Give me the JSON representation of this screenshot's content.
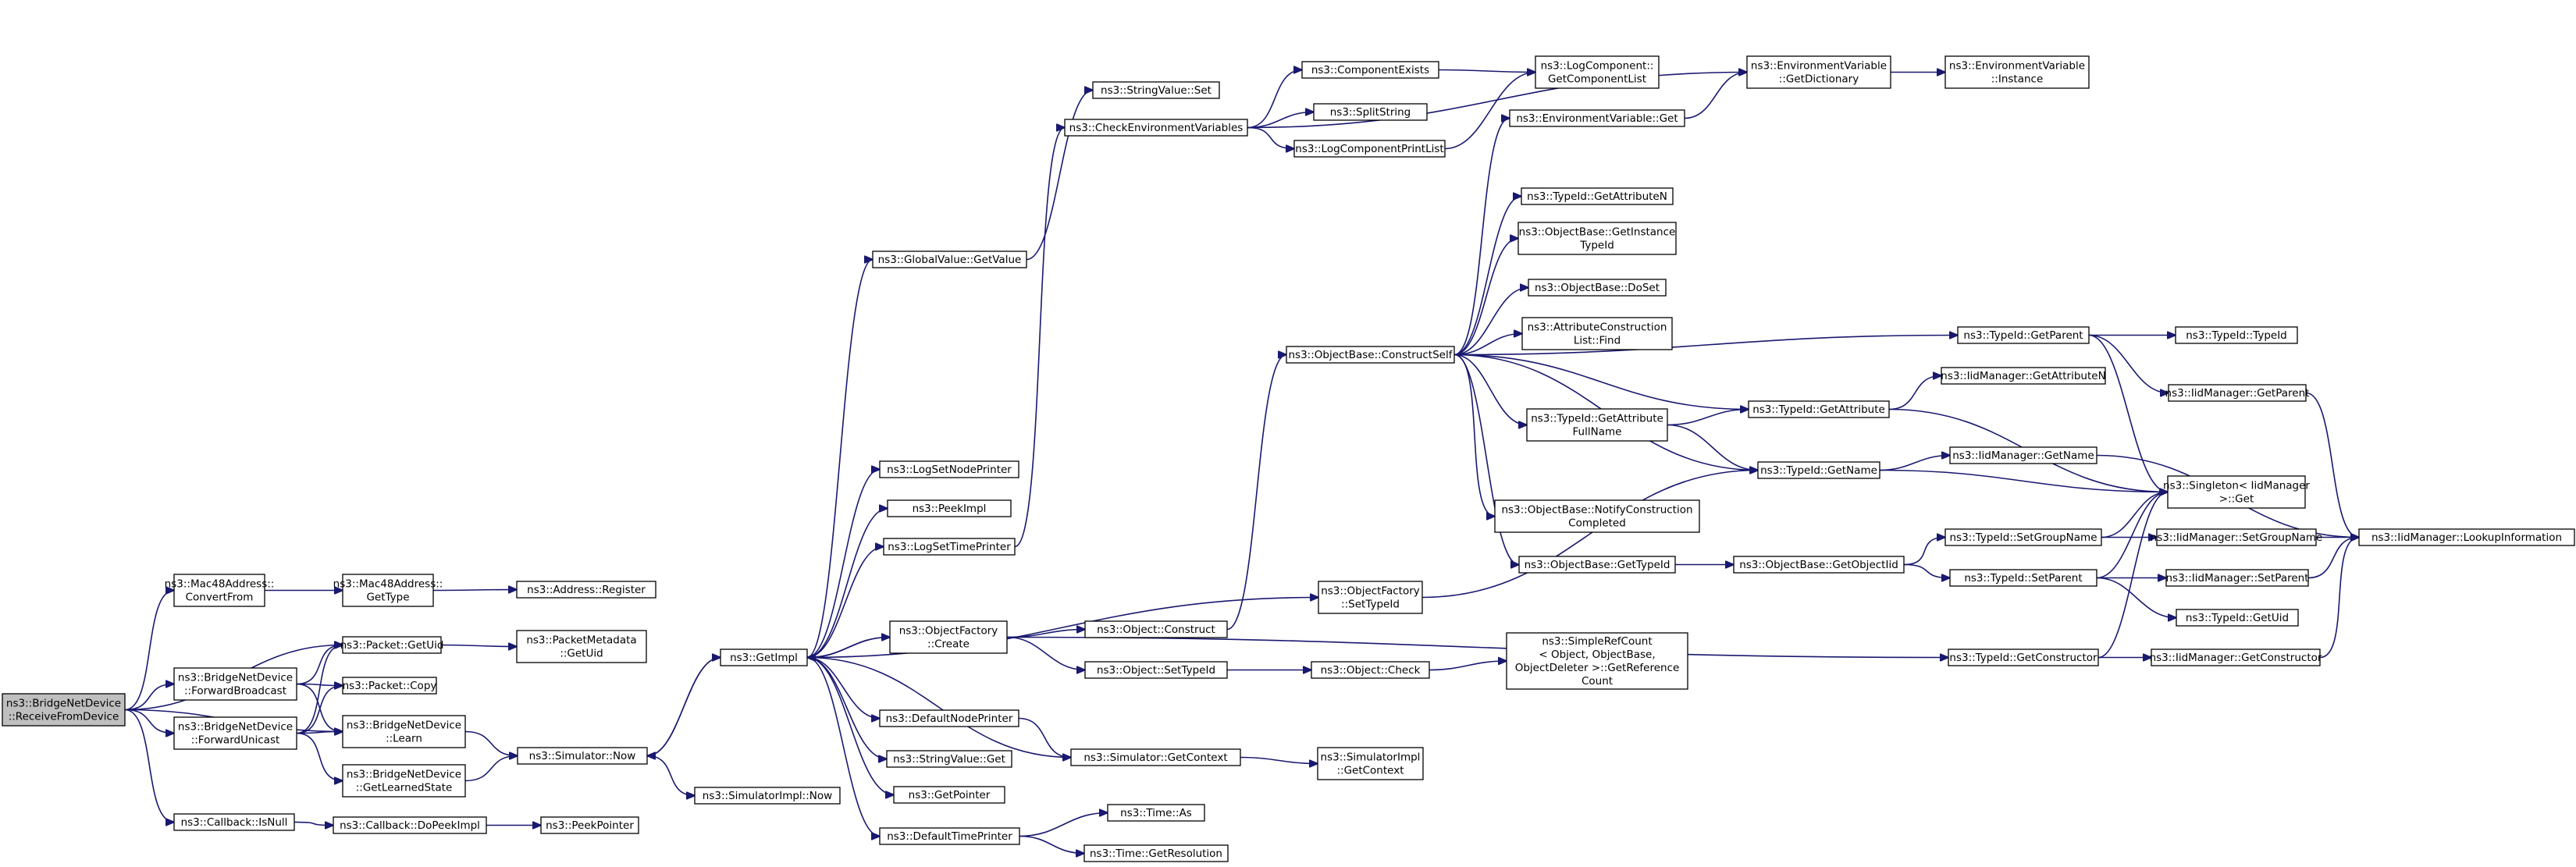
{
  "diagram": {
    "type": "call-graph",
    "edge_color": "#191970",
    "root_fill": "#bfbfbf",
    "nodes": [
      {
        "id": "receive",
        "lines": [
          "ns3::BridgeNetDevice",
          "::ReceiveFromDevice"
        ],
        "root": true
      },
      {
        "id": "mac48conv",
        "lines": [
          "ns3::Mac48Address::",
          "ConvertFrom"
        ]
      },
      {
        "id": "fwdbcast",
        "lines": [
          "ns3::BridgeNetDevice",
          "::ForwardBroadcast"
        ]
      },
      {
        "id": "fwdunicast",
        "lines": [
          "ns3::BridgeNetDevice",
          "::ForwardUnicast"
        ]
      },
      {
        "id": "cbisnull",
        "lines": [
          "ns3::Callback::IsNull"
        ]
      },
      {
        "id": "mac48type",
        "lines": [
          "ns3::Mac48Address::",
          "GetType"
        ]
      },
      {
        "id": "pktuid",
        "lines": [
          "ns3::Packet::GetUid"
        ]
      },
      {
        "id": "pktcopy",
        "lines": [
          "ns3::Packet::Copy"
        ]
      },
      {
        "id": "learn",
        "lines": [
          "ns3::BridgeNetDevice",
          "::Learn"
        ]
      },
      {
        "id": "learned",
        "lines": [
          "ns3::BridgeNetDevice",
          "::GetLearnedState"
        ]
      },
      {
        "id": "dopeek",
        "lines": [
          "ns3::Callback::DoPeekImpl"
        ]
      },
      {
        "id": "addrreg",
        "lines": [
          "ns3::Address::Register"
        ]
      },
      {
        "id": "pmuid",
        "lines": [
          "ns3::PacketMetadata",
          "::GetUid"
        ]
      },
      {
        "id": "simnow",
        "lines": [
          "ns3::Simulator::Now"
        ]
      },
      {
        "id": "peekptr",
        "lines": [
          "ns3::PeekPointer"
        ]
      },
      {
        "id": "getimpl",
        "lines": [
          "ns3::GetImpl"
        ]
      },
      {
        "id": "simimplnow",
        "lines": [
          "ns3::SimulatorImpl::Now"
        ]
      },
      {
        "id": "gvgetvalue",
        "lines": [
          "ns3::GlobalValue::GetValue"
        ]
      },
      {
        "id": "logsetnode",
        "lines": [
          "ns3::LogSetNodePrinter"
        ]
      },
      {
        "id": "peekimpl",
        "lines": [
          "ns3::PeekImpl"
        ]
      },
      {
        "id": "logsettime",
        "lines": [
          "ns3::LogSetTimePrinter"
        ]
      },
      {
        "id": "ofcreate",
        "lines": [
          "ns3::ObjectFactory",
          "::Create"
        ]
      },
      {
        "id": "defnode",
        "lines": [
          "ns3::DefaultNodePrinter"
        ]
      },
      {
        "id": "svget",
        "lines": [
          "ns3::StringValue::Get"
        ]
      },
      {
        "id": "getptr",
        "lines": [
          "ns3::GetPointer"
        ]
      },
      {
        "id": "deftime",
        "lines": [
          "ns3::DefaultTimePrinter"
        ]
      },
      {
        "id": "svset",
        "lines": [
          "ns3::StringValue::Set"
        ]
      },
      {
        "id": "checkenv",
        "lines": [
          "ns3::CheckEnvironmentVariables"
        ]
      },
      {
        "id": "objconstruct",
        "lines": [
          "ns3::Object::Construct"
        ]
      },
      {
        "id": "objsettid",
        "lines": [
          "ns3::Object::SetTypeId"
        ]
      },
      {
        "id": "simgetctx",
        "lines": [
          "ns3::Simulator::GetContext"
        ]
      },
      {
        "id": "timeas",
        "lines": [
          "ns3::Time::As"
        ]
      },
      {
        "id": "timeres",
        "lines": [
          "ns3::Time::GetResolution"
        ]
      },
      {
        "id": "compexists",
        "lines": [
          "ns3::ComponentExists"
        ]
      },
      {
        "id": "splitstr",
        "lines": [
          "ns3::SplitString"
        ]
      },
      {
        "id": "logcompprint",
        "lines": [
          "ns3::LogComponentPrintList"
        ]
      },
      {
        "id": "obconstructself",
        "lines": [
          "ns3::ObjectBase::ConstructSelf"
        ]
      },
      {
        "id": "ofsettid",
        "lines": [
          "ns3::ObjectFactory",
          "::SetTypeId"
        ]
      },
      {
        "id": "objcheck",
        "lines": [
          "ns3::Object::Check"
        ]
      },
      {
        "id": "simimplctx",
        "lines": [
          "ns3::SimulatorImpl",
          "::GetContext"
        ]
      },
      {
        "id": "logcomplist",
        "lines": [
          "ns3::LogComponent::",
          "GetComponentList"
        ]
      },
      {
        "id": "envget",
        "lines": [
          "ns3::EnvironmentVariable::Get"
        ]
      },
      {
        "id": "tidgetattrn",
        "lines": [
          "ns3::TypeId::GetAttributeN"
        ]
      },
      {
        "id": "obgetinst",
        "lines": [
          "ns3::ObjectBase::GetInstance",
          "TypeId"
        ]
      },
      {
        "id": "obdoset",
        "lines": [
          "ns3::ObjectBase::DoSet"
        ]
      },
      {
        "id": "acfind",
        "lines": [
          "ns3::AttributeConstruction",
          "List::Find"
        ]
      },
      {
        "id": "tidattrfull",
        "lines": [
          "ns3::TypeId::GetAttribute",
          "FullName"
        ]
      },
      {
        "id": "obnotify",
        "lines": [
          "ns3::ObjectBase::NotifyConstruction",
          "Completed"
        ]
      },
      {
        "id": "obgettid",
        "lines": [
          "ns3::ObjectBase::GetTypeId"
        ]
      },
      {
        "id": "simpleref",
        "lines": [
          "ns3::SimpleRefCount",
          "< Object, ObjectBase,",
          "ObjectDeleter >::GetReference",
          "Count"
        ]
      },
      {
        "id": "envdict",
        "lines": [
          "ns3::EnvironmentVariable",
          "::GetDictionary"
        ]
      },
      {
        "id": "tidgetattr",
        "lines": [
          "ns3::TypeId::GetAttribute"
        ]
      },
      {
        "id": "tidgetname",
        "lines": [
          "ns3::TypeId::GetName"
        ]
      },
      {
        "id": "obgetoiid",
        "lines": [
          "ns3::ObjectBase::GetObjectIid"
        ]
      },
      {
        "id": "envinst",
        "lines": [
          "ns3::EnvironmentVariable",
          "::Instance"
        ]
      },
      {
        "id": "tidgetparent",
        "lines": [
          "ns3::TypeId::GetParent"
        ]
      },
      {
        "id": "iidgetattrn",
        "lines": [
          "ns3::IidManager::GetAttributeN"
        ]
      },
      {
        "id": "iidgetname",
        "lines": [
          "ns3::IidManager::GetName"
        ]
      },
      {
        "id": "tidsetgroup",
        "lines": [
          "ns3::TypeId::SetGroupName"
        ]
      },
      {
        "id": "tidsetparent",
        "lines": [
          "ns3::TypeId::SetParent"
        ]
      },
      {
        "id": "tidgetctor",
        "lines": [
          "ns3::TypeId::GetConstructor"
        ]
      },
      {
        "id": "tidtid",
        "lines": [
          "ns3::TypeId::TypeId"
        ]
      },
      {
        "id": "iidgetparent",
        "lines": [
          "ns3::IidManager::GetParent"
        ]
      },
      {
        "id": "singleton",
        "lines": [
          "ns3::Singleton< IidManager",
          ">::Get"
        ]
      },
      {
        "id": "iidsetgroup",
        "lines": [
          "ns3::IidManager::SetGroupName"
        ]
      },
      {
        "id": "iidsetparent",
        "lines": [
          "ns3::IidManager::SetParent"
        ]
      },
      {
        "id": "tidgetuid",
        "lines": [
          "ns3::TypeId::GetUid"
        ]
      },
      {
        "id": "iidgetctor",
        "lines": [
          "ns3::IidManager::GetConstructor"
        ]
      },
      {
        "id": "iidlookup",
        "lines": [
          "ns3::IidManager::LookupInformation"
        ]
      }
    ],
    "edges": [
      [
        "receive",
        "mac48conv"
      ],
      [
        "receive",
        "pktuid"
      ],
      [
        "receive",
        "fwdbcast"
      ],
      [
        "receive",
        "fwdunicast"
      ],
      [
        "receive",
        "learn"
      ],
      [
        "receive",
        "cbisnull"
      ],
      [
        "mac48conv",
        "mac48type"
      ],
      [
        "mac48type",
        "addrreg"
      ],
      [
        "fwdbcast",
        "pktuid"
      ],
      [
        "fwdbcast",
        "pktcopy"
      ],
      [
        "fwdbcast",
        "learn"
      ],
      [
        "fwdunicast",
        "pktuid"
      ],
      [
        "fwdunicast",
        "pktcopy"
      ],
      [
        "fwdunicast",
        "learn"
      ],
      [
        "fwdunicast",
        "learned"
      ],
      [
        "pktuid",
        "pmuid"
      ],
      [
        "learn",
        "simnow"
      ],
      [
        "learned",
        "simnow"
      ],
      [
        "cbisnull",
        "dopeek"
      ],
      [
        "dopeek",
        "peekptr"
      ],
      [
        "simnow",
        "getimpl"
      ],
      [
        "simnow",
        "simimplnow"
      ],
      [
        "getimpl",
        "gvgetvalue"
      ],
      [
        "getimpl",
        "logsetnode"
      ],
      [
        "getimpl",
        "peekimpl"
      ],
      [
        "getimpl",
        "logsettime"
      ],
      [
        "getimpl",
        "ofcreate"
      ],
      [
        "getimpl",
        "defnode"
      ],
      [
        "getimpl",
        "svget"
      ],
      [
        "getimpl",
        "getptr"
      ],
      [
        "getimpl",
        "deftime"
      ],
      [
        "getimpl",
        "ofsettid"
      ],
      [
        "getimpl",
        "simnow"
      ],
      [
        "gvgetvalue",
        "svset"
      ],
      [
        "logsettime",
        "checkenv"
      ],
      [
        "ofcreate",
        "objconstruct"
      ],
      [
        "ofcreate",
        "objsettid"
      ],
      [
        "ofcreate",
        "tidgetctor"
      ],
      [
        "ofcreate",
        "getimpl"
      ],
      [
        "defnode",
        "simgetctx"
      ],
      [
        "simgetctx",
        "simimplctx"
      ],
      [
        "simgetctx",
        "getimpl"
      ],
      [
        "deftime",
        "timeas"
      ],
      [
        "deftime",
        "timeres"
      ],
      [
        "checkenv",
        "compexists"
      ],
      [
        "checkenv",
        "splitstr"
      ],
      [
        "checkenv",
        "logcompprint"
      ],
      [
        "checkenv",
        "envdict"
      ],
      [
        "compexists",
        "logcomplist"
      ],
      [
        "logcompprint",
        "logcomplist"
      ],
      [
        "objconstruct",
        "obconstructself"
      ],
      [
        "objsettid",
        "objcheck"
      ],
      [
        "objcheck",
        "simpleref"
      ],
      [
        "obconstructself",
        "envget"
      ],
      [
        "obconstructself",
        "tidgetattrn"
      ],
      [
        "obconstructself",
        "obgetinst"
      ],
      [
        "obconstructself",
        "obdoset"
      ],
      [
        "obconstructself",
        "acfind"
      ],
      [
        "obconstructself",
        "tidattrfull"
      ],
      [
        "obconstructself",
        "obnotify"
      ],
      [
        "obconstructself",
        "obgettid"
      ],
      [
        "obconstructself",
        "tidgetattr"
      ],
      [
        "obconstructself",
        "tidgetname"
      ],
      [
        "obconstructself",
        "tidgetparent"
      ],
      [
        "ofsettid",
        "tidgetname"
      ],
      [
        "envget",
        "envdict"
      ],
      [
        "envdict",
        "envinst"
      ],
      [
        "tidattrfull",
        "tidgetattr"
      ],
      [
        "tidattrfull",
        "tidgetname"
      ],
      [
        "obgettid",
        "obgetoiid"
      ],
      [
        "obgetoiid",
        "tidsetgroup"
      ],
      [
        "obgetoiid",
        "tidsetparent"
      ],
      [
        "tidgetattr",
        "iidgetattrn"
      ],
      [
        "tidgetattr",
        "singleton"
      ],
      [
        "tidgetname",
        "iidgetname"
      ],
      [
        "tidgetname",
        "singleton"
      ],
      [
        "tidgetparent",
        "tidtid"
      ],
      [
        "tidgetparent",
        "iidgetparent"
      ],
      [
        "tidgetparent",
        "singleton"
      ],
      [
        "tidsetgroup",
        "iidsetgroup"
      ],
      [
        "tidsetgroup",
        "singleton"
      ],
      [
        "tidsetparent",
        "iidsetparent"
      ],
      [
        "tidsetparent",
        "tidgetuid"
      ],
      [
        "tidsetparent",
        "singleton"
      ],
      [
        "tidgetctor",
        "iidgetctor"
      ],
      [
        "tidgetctor",
        "singleton"
      ],
      [
        "iidgetparent",
        "iidlookup"
      ],
      [
        "iidgetname",
        "iidlookup"
      ],
      [
        "iidsetgroup",
        "iidlookup"
      ],
      [
        "iidsetparent",
        "iidlookup"
      ],
      [
        "iidgetctor",
        "iidlookup"
      ]
    ]
  }
}
